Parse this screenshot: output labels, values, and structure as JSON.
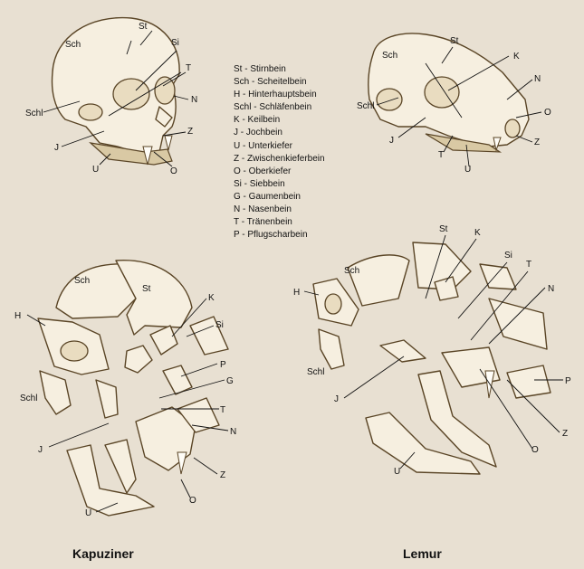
{
  "legend": [
    "St - Stirnbein",
    "Sch - Scheitelbein",
    "H - Hinterhauptsbein",
    "Schl - Schläfenbein",
    "K - Keilbein",
    "J - Jochbein",
    "U - Unterkiefer",
    "Z - Zwischenkieferbein",
    "O - Oberkiefer",
    "Si - Siebbein",
    "G - Gaumenbein",
    "N - Nasenbein",
    "T - Tränenbein",
    "P - Pflugscharbein"
  ],
  "captions": {
    "left": "Kapuziner",
    "right": "Lemur"
  },
  "labels": {
    "capuchin_skull": [
      "St",
      "Sch",
      "Si",
      "T",
      "N",
      "Schl",
      "Z",
      "J",
      "O",
      "U"
    ],
    "lemur_skull": [
      "St",
      "Sch",
      "K",
      "N",
      "O",
      "Schl",
      "J",
      "T",
      "U",
      "Z"
    ],
    "capuchin_exploded": [
      "Sch",
      "St",
      "K",
      "H",
      "Si",
      "P",
      "G",
      "Schl",
      "T",
      "N",
      "J",
      "Z",
      "O",
      "U"
    ],
    "lemur_exploded": [
      "St",
      "K",
      "Si",
      "T",
      "Sch",
      "H",
      "N",
      "Schl",
      "J",
      "P",
      "Z",
      "O",
      "U"
    ]
  },
  "colors": {
    "background": "#e8e0d2",
    "bone_fill": "#f6efe0",
    "bone_outline": "#5a4526",
    "leader_line": "#111111"
  }
}
